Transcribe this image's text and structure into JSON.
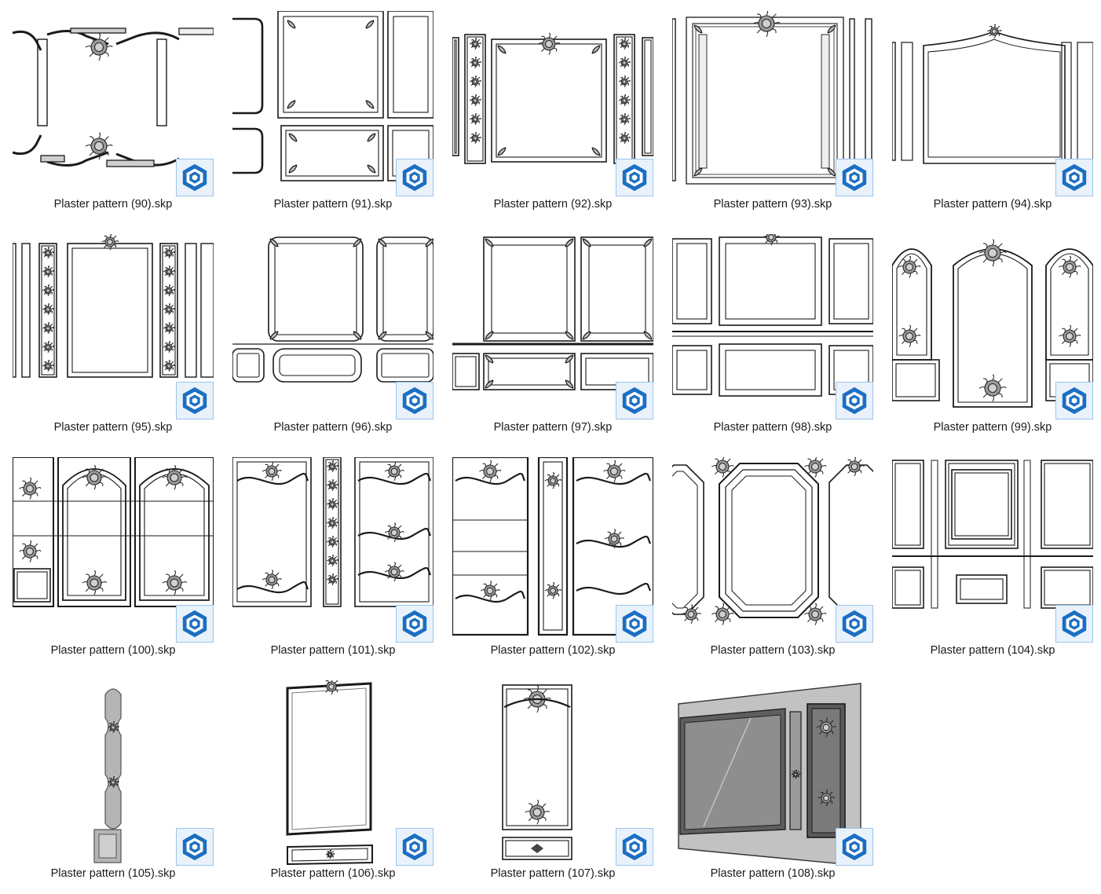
{
  "files": [
    {
      "name": "Plaster pattern (90).skp",
      "art": "ornate-split"
    },
    {
      "name": "Plaster pattern (91).skp",
      "art": "double-panels"
    },
    {
      "name": "Plaster pattern (92).skp",
      "art": "ornate-pilasters"
    },
    {
      "name": "Plaster pattern (93).skp",
      "art": "ornate-large"
    },
    {
      "name": "Plaster pattern (94).skp",
      "art": "simple-crest"
    },
    {
      "name": "Plaster pattern (95).skp",
      "art": "tall-frame"
    },
    {
      "name": "Plaster pattern (96).skp",
      "art": "rounded-panels"
    },
    {
      "name": "Plaster pattern (97).skp",
      "art": "corner-panels"
    },
    {
      "name": "Plaster pattern (98).skp",
      "art": "wide-panels"
    },
    {
      "name": "Plaster pattern (99).skp",
      "art": "arch-ornate"
    },
    {
      "name": "Plaster pattern (100).skp",
      "art": "arch-triple"
    },
    {
      "name": "Plaster pattern (101).skp",
      "art": "garland-panels"
    },
    {
      "name": "Plaster pattern (102).skp",
      "art": "garland-pilaster"
    },
    {
      "name": "Plaster pattern (103).skp",
      "art": "octagon-panels"
    },
    {
      "name": "Plaster pattern (104).skp",
      "art": "thin-panels"
    },
    {
      "name": "Plaster pattern (105).skp",
      "art": "single-column"
    },
    {
      "name": "Plaster pattern (106).skp",
      "art": "mirror-frame"
    },
    {
      "name": "Plaster pattern (107).skp",
      "art": "narrow-frame"
    },
    {
      "name": "Plaster pattern (108).skp",
      "art": "wall-3d"
    }
  ],
  "badge_icon": "sketchup-file-icon",
  "colors": {
    "badge_bg": "#e9f2fb",
    "badge_border": "#9cc4ea",
    "sketchup_blue": "#1b6fc2",
    "line": "#1a1a1a"
  }
}
